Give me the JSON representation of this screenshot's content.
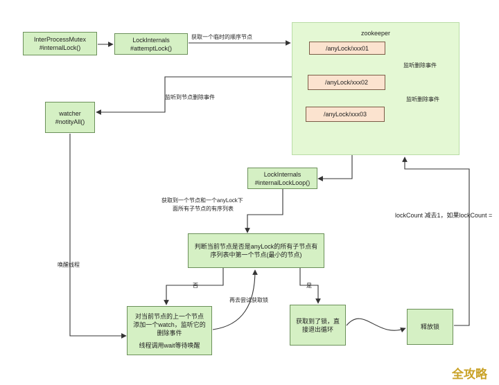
{
  "boxes": {
    "mutex": [
      "InterProcessMutex",
      "#internalLock()"
    ],
    "attempt": [
      "LockInternals",
      "#attemptLock()"
    ],
    "watcher": [
      "watcher",
      "#notityAll()"
    ],
    "loop": [
      "LockInternals",
      "#internalLockLoop()"
    ],
    "judge": [
      "判断当前节点是否是anyLock的所有子节点有",
      "序列表中第一个节点(最小的节点)"
    ],
    "watchprev": [
      "对当前节点的上一个节点",
      "添加一个watch，监听它的",
      "删除事件",
      "",
      "线程调用wait等待唤醒"
    ],
    "acquired": [
      "获取到了锁，直",
      "接退出循环"
    ],
    "release": [
      "释放锁"
    ]
  },
  "zookeeper": {
    "title": "zookeeper",
    "nodes": [
      "/anyLock/xxx01",
      "/anyLock/xxx02",
      "/anyLock/xxx03"
    ],
    "listen_label": "监听删除事件"
  },
  "labels": {
    "seq_node": "获取一个临时的顺序节点",
    "listen_all": "监听到节点删除事件",
    "get_nodes_1": "获取到一个节点和一个anyLock下",
    "get_nodes_2": "面所有子节点的有序列表",
    "wake": "唤醒线程",
    "no": "否",
    "yes": "是",
    "retry": "再去尝试获取锁",
    "lockcount": "lockCount 减去1，如果lockCount ="
  },
  "watermark": "全攻略"
}
